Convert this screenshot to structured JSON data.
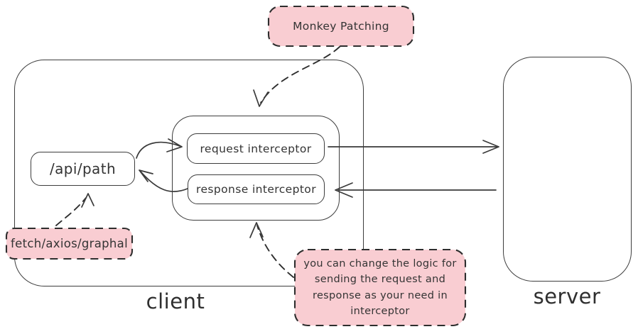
{
  "client": {
    "label": "client"
  },
  "server": {
    "label": "server"
  },
  "api_path": {
    "label": "/api/path"
  },
  "interceptors": {
    "request_label": "request interceptor",
    "response_label": "response interceptor"
  },
  "notes": {
    "monkey_patching": "Monkey Patching",
    "fetch_axios": "fetch/axios/graphal",
    "interceptor_note": "you can change the logic for sending the request and response as your need in interceptor"
  },
  "colors": {
    "annotation_fill": "#f9cdd2",
    "stroke": "#3a3a3a",
    "text": "#333333",
    "background": "#ffffff"
  }
}
